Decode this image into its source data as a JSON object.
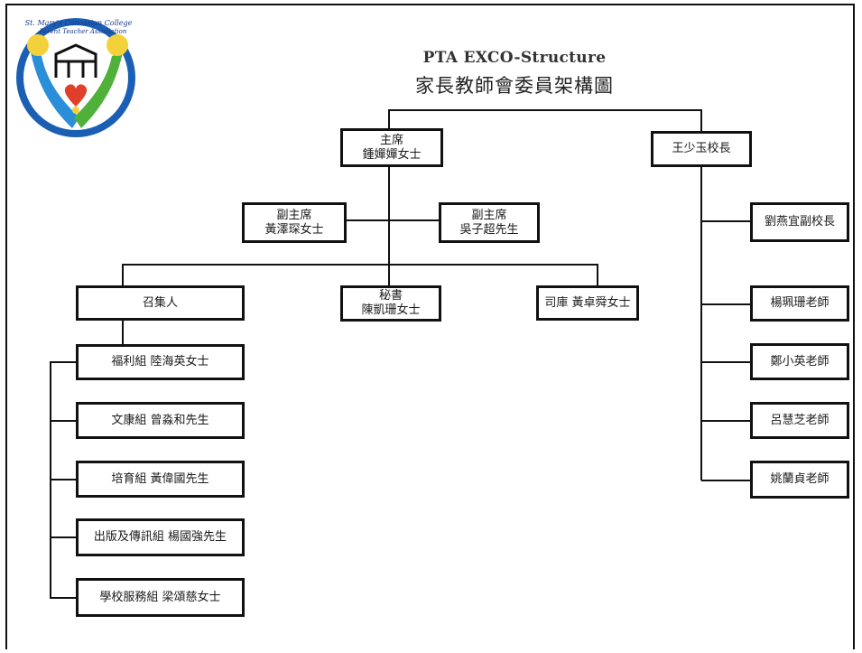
{
  "title": {
    "english": "PTA EXCO-Structure",
    "chinese": "家長教師會委員架構圖"
  },
  "logo": {
    "text_top": "St. Mary's Canossian College",
    "text_bottom": "Parent Teacher Association",
    "colors": {
      "ring": "#1a5fb4",
      "left_figure": "#2a8fd8",
      "right_figure": "#4fb03a",
      "heads": "#f2d13a",
      "heart": "#e0402a"
    }
  },
  "nodes": {
    "chair": {
      "role": "主席",
      "name": "鍾嬋嬋女士"
    },
    "principal": {
      "name": "王少玉校長"
    },
    "vice_chair_1": {
      "role": "副主席",
      "name": "黃澤琛女士"
    },
    "vice_chair_2": {
      "role": "副主席",
      "name": "吳子超先生"
    },
    "convenor": {
      "role": "召集人"
    },
    "secretary": {
      "role": "秘書",
      "name": "陳凱珊女士"
    },
    "treasurer": {
      "text": "司庫  黃卓舜女士"
    },
    "groups": [
      {
        "text": "福利組  陸海英女士"
      },
      {
        "text": "文康組  曾淼和先生"
      },
      {
        "text": "培育組  黃偉國先生"
      },
      {
        "text": "出版及傳訊組  楊國強先生"
      },
      {
        "text": "學校服務組  梁頌慈女士"
      }
    ],
    "teachers": [
      {
        "text": "劉燕宜副校長"
      },
      {
        "text": "楊珮珊老師"
      },
      {
        "text": "鄭小英老師"
      },
      {
        "text": "呂慧芝老師"
      },
      {
        "text": "姚蘭貞老師"
      }
    ]
  },
  "colors": {
    "line": "#111111",
    "box_border": "#111111"
  }
}
